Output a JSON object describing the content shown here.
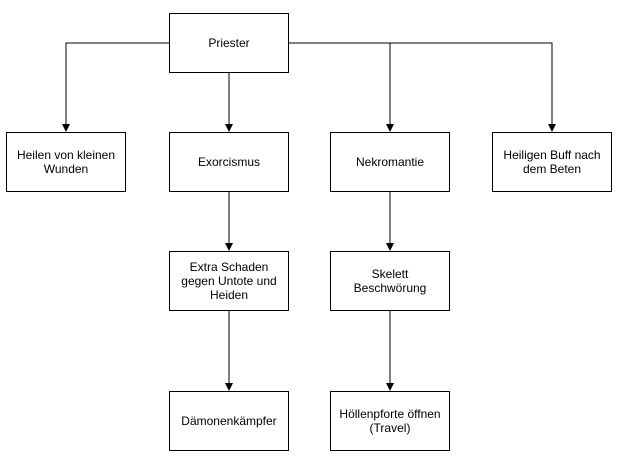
{
  "diagram": {
    "nodes": {
      "priester": "Priester",
      "heilen": "Heilen von kleinen Wunden",
      "exorcismus": "Exorcismus",
      "nekromantie": "Nekromantie",
      "buff": "Heiligen Buff nach dem Beten",
      "extra_schaden": "Extra Schaden gegen Untote und Heiden",
      "skelett": "Skelett Beschwörung",
      "daemonenkaempfer": "Dämonenkämpfer",
      "hoellenpforte": "Höllenpforte öffnen (Travel)"
    },
    "line_color": "#000000",
    "box_border_color": "#000000",
    "box_fill_color": "#ffffff"
  }
}
